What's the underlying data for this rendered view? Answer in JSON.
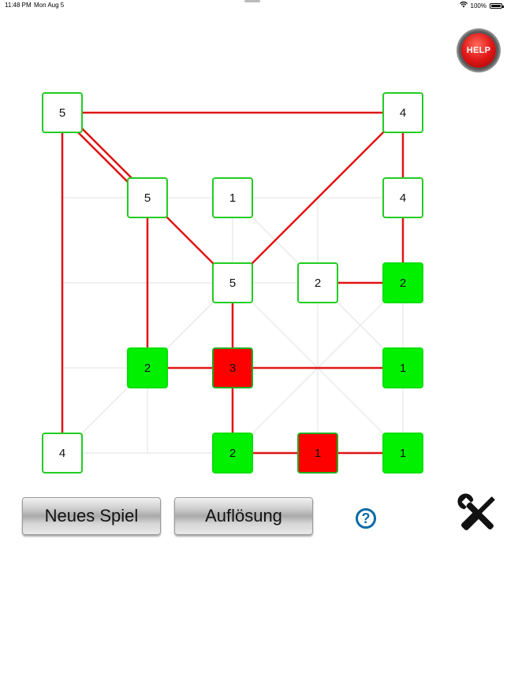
{
  "status_bar": {
    "time": "11:48 PM",
    "date": "Mon Aug 5",
    "battery": "100%"
  },
  "help_button": {
    "label": "HELP"
  },
  "board": {
    "nodes": [
      {
        "id": "n1",
        "value": "5",
        "state": "open"
      },
      {
        "id": "n2",
        "value": "4",
        "state": "open"
      },
      {
        "id": "n3",
        "value": "5",
        "state": "open"
      },
      {
        "id": "n4",
        "value": "1",
        "state": "open"
      },
      {
        "id": "n5",
        "value": "4",
        "state": "open"
      },
      {
        "id": "n6",
        "value": "5",
        "state": "open"
      },
      {
        "id": "n7",
        "value": "2",
        "state": "open"
      },
      {
        "id": "n8",
        "value": "2",
        "state": "complete"
      },
      {
        "id": "n9",
        "value": "2",
        "state": "complete"
      },
      {
        "id": "n10",
        "value": "3",
        "state": "error"
      },
      {
        "id": "n11",
        "value": "1",
        "state": "complete"
      },
      {
        "id": "n12",
        "value": "4",
        "state": "open"
      },
      {
        "id": "n13",
        "value": "2",
        "state": "complete"
      },
      {
        "id": "n14",
        "value": "1",
        "state": "error"
      },
      {
        "id": "n15",
        "value": "1",
        "state": "complete"
      }
    ],
    "bridges": [
      {
        "from": "n1",
        "to": "n2",
        "count": 1
      },
      {
        "from": "n1",
        "to": "n3",
        "count": 2
      },
      {
        "from": "n1",
        "to": "n12",
        "count": 1
      },
      {
        "from": "n2",
        "to": "n5",
        "count": 1
      },
      {
        "from": "n2",
        "to": "n6",
        "count": 1
      },
      {
        "from": "n3",
        "to": "n6",
        "count": 1
      },
      {
        "from": "n3",
        "to": "n9",
        "count": 1
      },
      {
        "from": "n5",
        "to": "n8",
        "count": 1
      },
      {
        "from": "n7",
        "to": "n8",
        "count": 1
      },
      {
        "from": "n6",
        "to": "n10",
        "count": 1
      },
      {
        "from": "n9",
        "to": "n10",
        "count": 1
      },
      {
        "from": "n10",
        "to": "n11",
        "count": 1
      },
      {
        "from": "n10",
        "to": "n13",
        "count": 1
      },
      {
        "from": "n13",
        "to": "n14",
        "count": 1
      },
      {
        "from": "n14",
        "to": "n15",
        "count": 1
      }
    ],
    "colors": {
      "bridge": "#e01515",
      "guide": "#e6e6e6",
      "complete": "#00f000",
      "error": "#ff0000",
      "border": "#22cc22"
    }
  },
  "buttons": {
    "new_game": "Neues Spiel",
    "solution": "Auflösung"
  },
  "icons": {
    "question": "question-icon",
    "tools": "wrench-screwdriver-icon"
  }
}
